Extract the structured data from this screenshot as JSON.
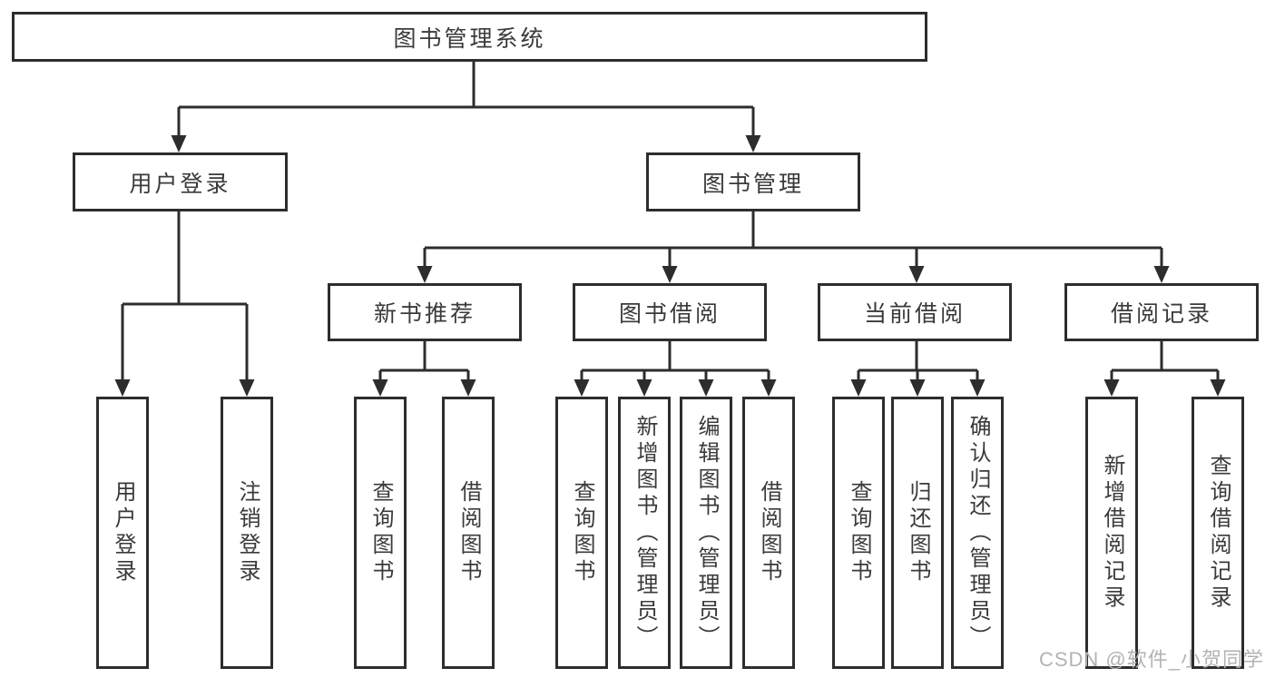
{
  "colors": {
    "line": "#2d2d2d",
    "text": "#3a3a3a",
    "boxbg": "#ffffff",
    "watermark": "#b3b3b3"
  },
  "title_box": {
    "label": "图书管理系统"
  },
  "branches": [
    {
      "label": "用户登录",
      "children": [
        {
          "label": "用户登录"
        },
        {
          "label": "注销登录"
        }
      ]
    },
    {
      "label": "图书管理",
      "children": [
        {
          "label": "新书推荐",
          "children": [
            {
              "label": "查询图书"
            },
            {
              "label": "借阅图书"
            }
          ]
        },
        {
          "label": "图书借阅",
          "children": [
            {
              "label": "查询图书"
            },
            {
              "label": "新增图书（管理员）"
            },
            {
              "label": "编辑图书（管理员）"
            },
            {
              "label": "借阅图书"
            }
          ]
        },
        {
          "label": "当前借阅",
          "children": [
            {
              "label": "查询图书"
            },
            {
              "label": "归还图书"
            },
            {
              "label": "确认归还（管理员）"
            }
          ]
        },
        {
          "label": "借阅记录",
          "children": [
            {
              "label": "新增借阅记录"
            },
            {
              "label": "查询借阅记录"
            }
          ]
        }
      ]
    }
  ],
  "watermark": {
    "text": "CSDN @软件_小贺同学"
  }
}
